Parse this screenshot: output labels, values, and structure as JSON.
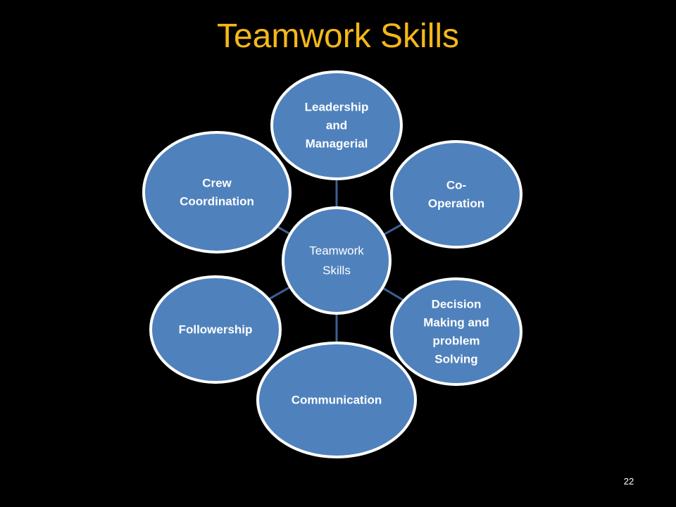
{
  "slide": {
    "title": "Teamwork Skills",
    "page_number": "22"
  },
  "diagram": {
    "center": {
      "lines": [
        "Teamwork",
        "Skills"
      ]
    },
    "nodes": [
      {
        "id": "leadership",
        "lines": [
          "Leadership",
          "and",
          "Managerial"
        ]
      },
      {
        "id": "cooperation",
        "lines": [
          "Co-",
          "Operation"
        ]
      },
      {
        "id": "decision-making",
        "lines": [
          "Decision",
          "Making and",
          "problem",
          "Solving"
        ]
      },
      {
        "id": "communication",
        "lines": [
          "Communication"
        ]
      },
      {
        "id": "followership",
        "lines": [
          "Followership"
        ]
      },
      {
        "id": "crew-coordination",
        "lines": [
          "Crew",
          "Coordination"
        ]
      }
    ],
    "colors": {
      "node_fill": "#4f81bd",
      "node_stroke": "#ffffff",
      "connector": "#3b5f96",
      "title": "#f5b81a"
    }
  }
}
